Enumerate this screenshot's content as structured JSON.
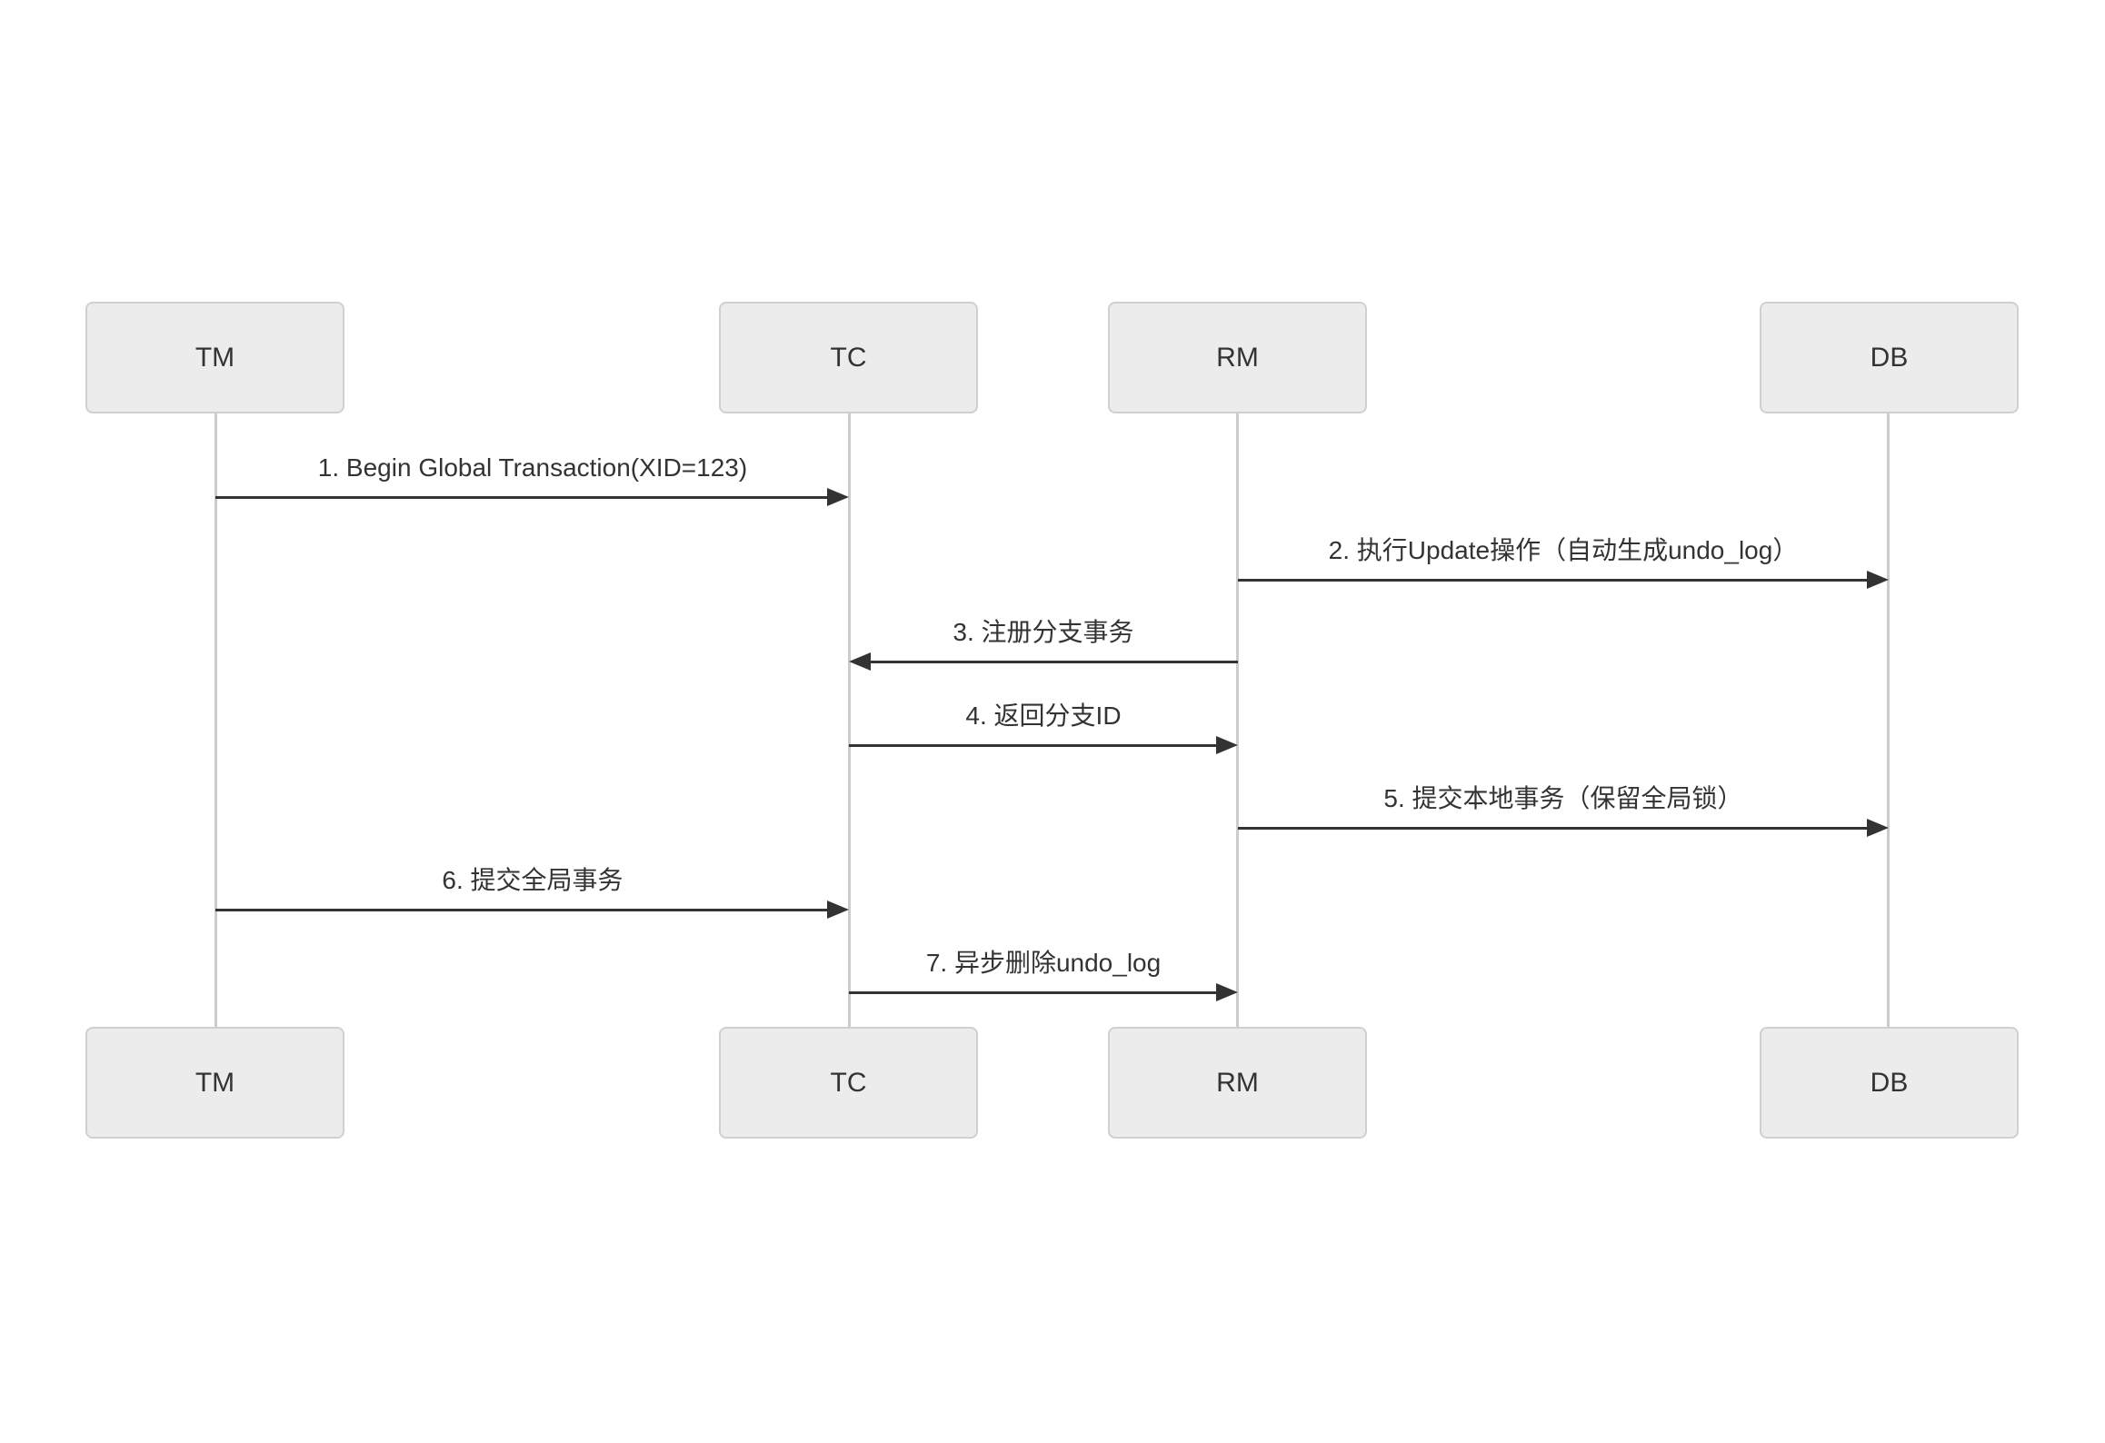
{
  "diagram": {
    "type": "sequence",
    "participants": [
      {
        "id": "TM",
        "label": "TM"
      },
      {
        "id": "TC",
        "label": "TC"
      },
      {
        "id": "RM",
        "label": "RM"
      },
      {
        "id": "DB",
        "label": "DB"
      }
    ],
    "messages": [
      {
        "seq": 1,
        "from": "TM",
        "to": "TC",
        "direction": "right",
        "label": "1. Begin Global Transaction(XID=123)"
      },
      {
        "seq": 2,
        "from": "RM",
        "to": "DB",
        "direction": "right",
        "label": "2. 执行Update操作（自动生成undo_log）"
      },
      {
        "seq": 3,
        "from": "RM",
        "to": "TC",
        "direction": "left",
        "label": "3. 注册分支事务"
      },
      {
        "seq": 4,
        "from": "TC",
        "to": "RM",
        "direction": "right",
        "label": "4. 返回分支ID"
      },
      {
        "seq": 5,
        "from": "RM",
        "to": "DB",
        "direction": "right",
        "label": "5. 提交本地事务（保留全局锁）"
      },
      {
        "seq": 6,
        "from": "TM",
        "to": "TC",
        "direction": "right",
        "label": "6. 提交全局事务"
      },
      {
        "seq": 7,
        "from": "TC",
        "to": "RM",
        "direction": "right",
        "label": "7. 异步删除undo_log"
      }
    ],
    "colors": {
      "background": "#ffffff",
      "actor_fill": "#ececec",
      "actor_border": "#d0d0d0",
      "lifeline": "#cccccc",
      "arrow": "#333333",
      "text": "#333333"
    }
  }
}
